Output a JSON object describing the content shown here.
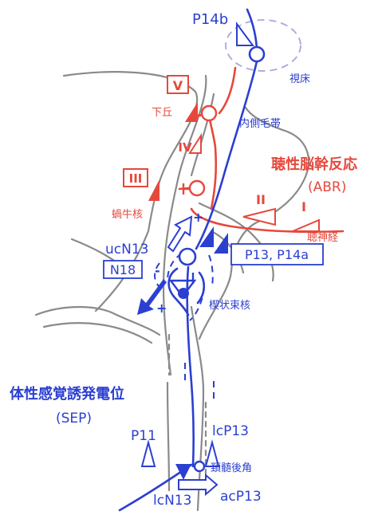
{
  "colors": {
    "blue": "#2b3fd1",
    "red": "#e6483c",
    "gray": "#8a8a8a",
    "lavender": "#a9a6e0"
  },
  "labels": {
    "p14b": "P14b",
    "thalamus": "視床",
    "medial_lemniscus": "内側毛帯",
    "inferior_colliculus": "下丘",
    "abr_title": "聴性脳幹反応",
    "abr_abbrev": "(ABR)",
    "cochlear_nucleus": "蝸牛核",
    "auditory_nerve": "聴神経",
    "ucn13": "ucN13",
    "n18": "N18",
    "p13_p14a": "P13, P14a",
    "cuneate_nucleus": "楔状束核",
    "sep_title": "体性感覚誘発電位",
    "sep_abbrev": "(SEP)",
    "p11": "P11",
    "lcp13": "lcP13",
    "dorsal_horn": "頚髄後角",
    "lcn13": "lcN13",
    "acp13": "acP13",
    "plus_upper": "+",
    "minus_upper": "-",
    "plus_lower": "+"
  },
  "waves": {
    "wave_v": "V",
    "wave_iv": "IV",
    "wave_iii": "III",
    "wave_ii": "II",
    "wave_i": "I"
  }
}
